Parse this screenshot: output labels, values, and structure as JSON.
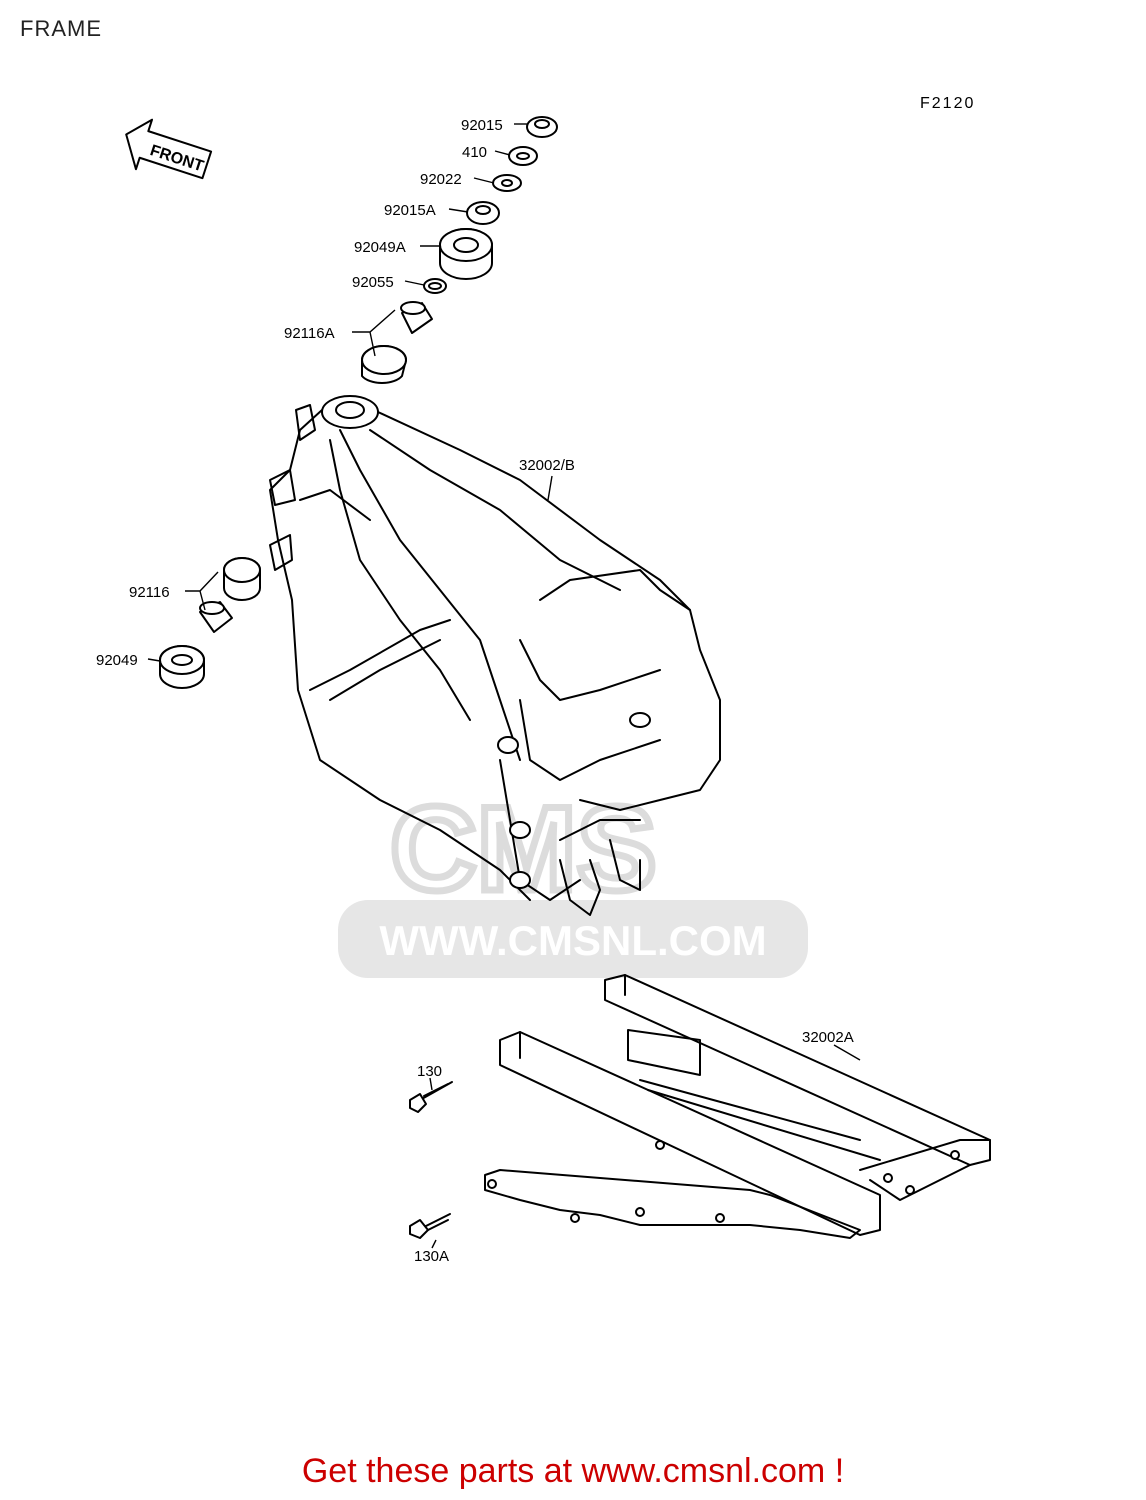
{
  "page_title": "FRAME",
  "diagram_code": "F2120",
  "front_arrow_label": "FRONT",
  "watermark": {
    "logo_text": "CMS",
    "url_text": "WWW.CMSNL.COM"
  },
  "parts": [
    {
      "id": "92015",
      "label": "92015"
    },
    {
      "id": "410",
      "label": "410"
    },
    {
      "id": "92022",
      "label": "92022"
    },
    {
      "id": "92015A",
      "label": "92015A"
    },
    {
      "id": "92049A",
      "label": "92049A"
    },
    {
      "id": "92055",
      "label": "92055"
    },
    {
      "id": "92116A",
      "label": "92116A"
    },
    {
      "id": "32002B",
      "label": "32002/B"
    },
    {
      "id": "92116",
      "label": "92116"
    },
    {
      "id": "92049",
      "label": "92049"
    },
    {
      "id": "32002A",
      "label": "32002A"
    },
    {
      "id": "130",
      "label": "130"
    },
    {
      "id": "130A",
      "label": "130A"
    }
  ],
  "footer": {
    "text": "Get these parts at www.cmsnl.com !",
    "color": "#cc0000"
  }
}
